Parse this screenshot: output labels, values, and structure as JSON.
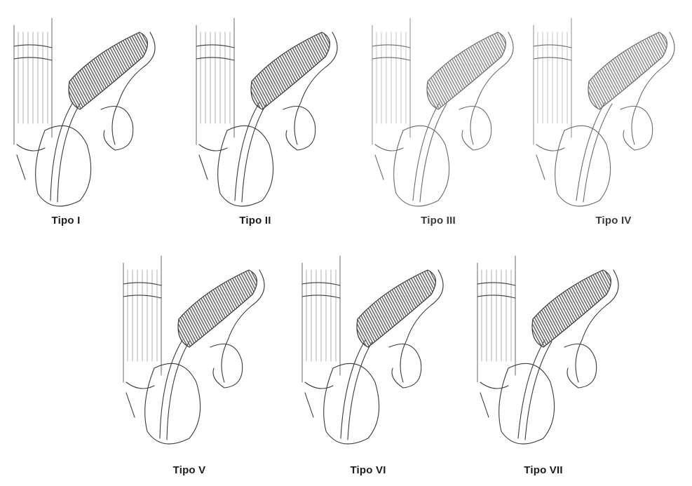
{
  "labels": {
    "tipo1": "Tipo I",
    "tipo2": "Tipo II",
    "tipo3": "Tipo III",
    "tipo4": "Tipo IV",
    "tipo5": "Tipo V",
    "tipo6": "Tipo VI",
    "tipo7": "Tipo VII"
  },
  "colors": {
    "ink": "#3a3a3a",
    "hatch": "#6f6f6f",
    "label": "#1b1b1b"
  }
}
